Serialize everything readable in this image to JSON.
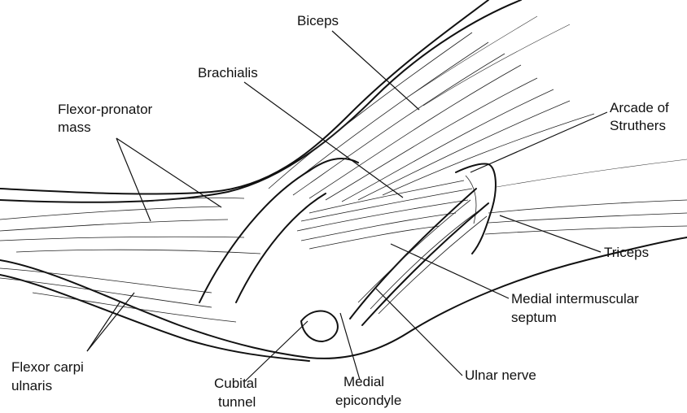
{
  "labels": {
    "biceps": "Biceps",
    "brachialis": "Brachialis",
    "flexor_pronator_line1": "Flexor-pronator",
    "flexor_pronator_line2": "mass",
    "arcade_line1": "Arcade of",
    "arcade_line2": "Struthers",
    "triceps": "Triceps",
    "medial_septum_line1": "Medial intermuscular",
    "medial_septum_line2": "septum",
    "ulnar_nerve": "Ulnar nerve",
    "medial_epicondyle_line1": "Medial",
    "medial_epicondyle_line2": "epicondyle",
    "cubital_tunnel_line1": "Cubital",
    "cubital_tunnel_line2": "tunnel",
    "flexor_carpi_line1": "Flexor carpi",
    "flexor_carpi_line2": "ulnaris"
  },
  "colors": {
    "ink": "#111111",
    "background": "#ffffff"
  }
}
